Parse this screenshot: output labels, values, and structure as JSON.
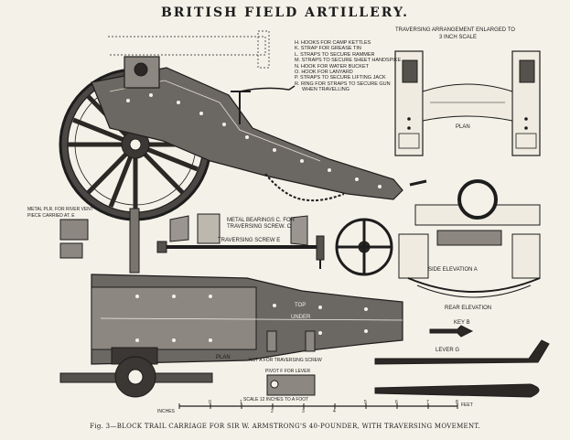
{
  "title": "BRITISH FIELD ARTILLERY.",
  "caption": "Fig. 3—BLOCK TRAIL CARRIAGE FOR SIR W. ARMSTRONG'S 40-POUNDER, WITH TRAVERSING MOVEMENT.",
  "legend": [
    "H. HOOKS FOR CAMP KETTLES",
    "K. STRAP FOR GREASE TIN",
    "L. STRAPS TO SECURE RAMMER",
    "M. STRAPS TO SECURE SHEET HANDSPIKE",
    "N. HOOK FOR WATER BUCKET",
    "O. HOOK FOR LANYARD",
    "P. STRAPS TO SECURE LIFTING JACK",
    "R. RING FOR STRAPS TO SECURE GUN",
    "WHEN TRAVELLING"
  ],
  "labels": {
    "traversing_title": "TRAVERSING ARRANGEMENT ENLARGED TO",
    "traversing_scale": "3 INCH SCALE",
    "plan_top": "PLAN",
    "metal_bearings_1": "METAL BEARINGS C. FOR",
    "metal_bearings_2": "TRAVERSING SCREW. C",
    "traversing_screw": "TRAVERSING SCREW  E",
    "metal_rivet_1": "METAL PLR. FOR RIVER VENT",
    "metal_rivet_2": "PIECE CARRIED AT. E",
    "side_elevation": "SIDE ELEVATION  A",
    "rear_elevation": "REAR ELEVATION",
    "top": "TOP",
    "under": "UNDER",
    "plan_main": "PLAN",
    "nut": "NUT A FOR TRAVERSING SCREW",
    "pivot": "PIVOT  F  FOR LEVER",
    "key": "KEY  B",
    "lever": "LEVER  G",
    "scale_title": "SCALE 12 INCHES TO A FOOT",
    "inches": "INCHES",
    "feet": "FEET",
    "scale_numbers": [
      "0",
      "1",
      "2",
      "3",
      "4",
      "5",
      "6",
      "7",
      "8"
    ]
  }
}
